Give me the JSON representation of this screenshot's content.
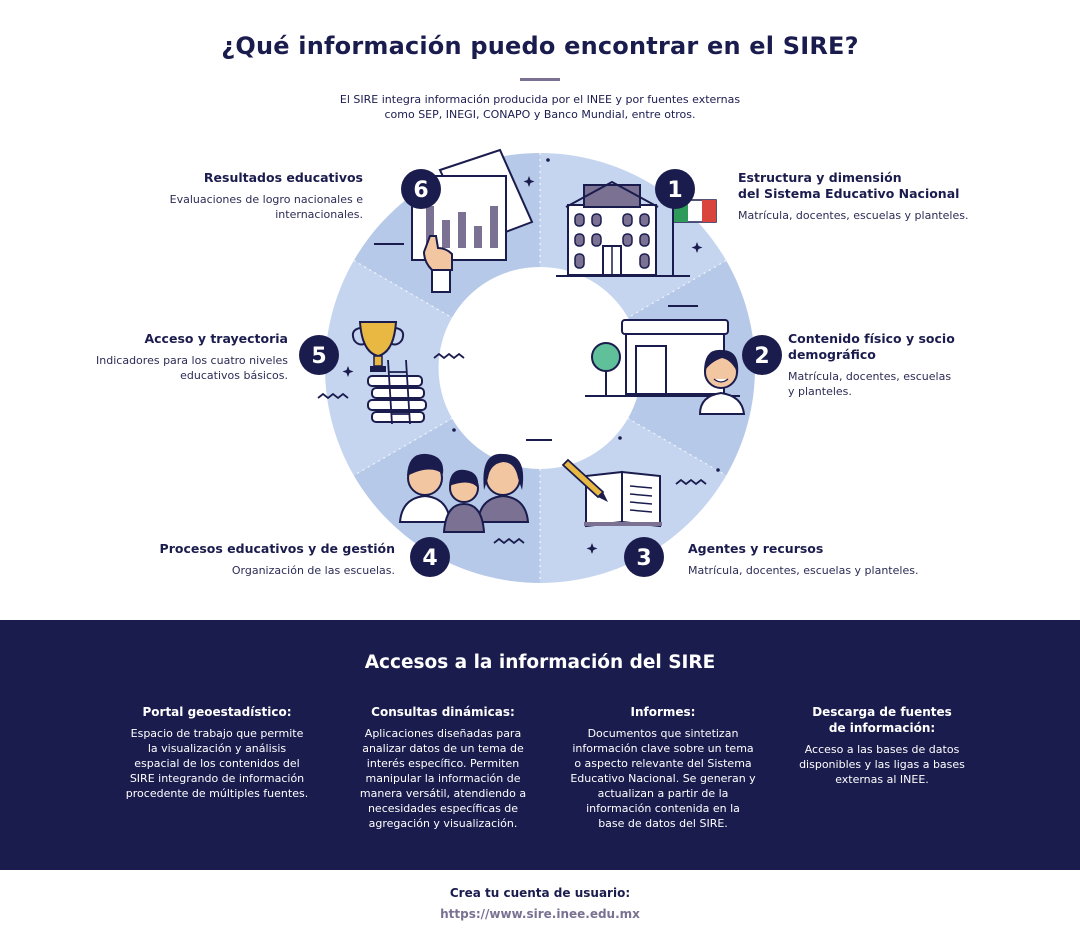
{
  "header": {
    "title": "¿Qué información puedo encontrar en el SIRE?",
    "intro_line1": "El SIRE integra información producida por el INEE y por fuentes externas",
    "intro_line2": "como SEP, INEGI, CONAPO y Banco Mundial, entre otros."
  },
  "wheel": {
    "items": [
      {
        "number": "1",
        "title_line1": "Estructura y dimensión",
        "title_line2": "del Sistema Educativo Nacional",
        "desc_line1": "Matrícula, docentes, escuelas y planteles.",
        "desc_line2": "",
        "icon": "building-icon"
      },
      {
        "number": "2",
        "title_line1": "Contenido físico y socio",
        "title_line2": "demográfico",
        "desc_line1": "Matrícula, docentes, escuelas",
        "desc_line2": "y planteles.",
        "icon": "school-teacher-icon"
      },
      {
        "number": "3",
        "title_line1": "Agentes y recursos",
        "title_line2": "",
        "desc_line1": "Matrícula, docentes, escuelas y planteles.",
        "desc_line2": "",
        "icon": "book-pencil-icon"
      },
      {
        "number": "4",
        "title_line1": "Procesos educativos y de gestión",
        "title_line2": "",
        "desc_line1": "Organización de las escuelas.",
        "desc_line2": "",
        "icon": "people-icon"
      },
      {
        "number": "5",
        "title_line1": "Acceso y trayectoria",
        "title_line2": "",
        "desc_line1": "Indicadores para los cuatro niveles",
        "desc_line2": "educativos básicos.",
        "icon": "trophy-ladder-icon"
      },
      {
        "number": "6",
        "title_line1": "Resultados educativos",
        "title_line2": "",
        "desc_line1": "Evaluaciones de logro nacionales e",
        "desc_line2": "internacionales.",
        "icon": "chart-report-icon"
      }
    ],
    "colors": {
      "light": "#cfdcf3",
      "medium": "#b9cbe9",
      "navy": "#1b1c4e",
      "purple": "#7b7293"
    }
  },
  "access": {
    "title": "Accesos a la información del SIRE",
    "columns": [
      {
        "title_line1": "Portal geoestadístico:",
        "title_line2": "",
        "lines": [
          "Espacio de trabajo que permite",
          "la visualización y análisis",
          "espacial de los contenidos del",
          "SIRE integrando de información",
          "procedente de múltiples fuentes."
        ]
      },
      {
        "title_line1": "Consultas dinámicas:",
        "title_line2": "",
        "lines": [
          "Aplicaciones diseñadas para",
          "analizar datos de un tema de",
          "interés específico. Permiten",
          "manipular la información de",
          "manera versátil, atendiendo a",
          "necesidades específicas de",
          "agregación y visualización."
        ]
      },
      {
        "title_line1": "Informes:",
        "title_line2": "",
        "lines": [
          "Documentos que sintetizan",
          "información clave sobre un tema",
          "o aspecto relevante del Sistema",
          "Educativo Nacional. Se generan y",
          "actualizan a partir de la",
          "información contenida en la",
          "base de datos del SIRE."
        ]
      },
      {
        "title_line1": "Descarga de fuentes",
        "title_line2": "de información:",
        "lines": [
          "Acceso a las bases de datos",
          "disponibles y las ligas a bases",
          "externas al INEE."
        ]
      }
    ]
  },
  "footer": {
    "cta": "Crea tu cuenta de usuario:",
    "url": "https://www.sire.inee.edu.mx"
  }
}
